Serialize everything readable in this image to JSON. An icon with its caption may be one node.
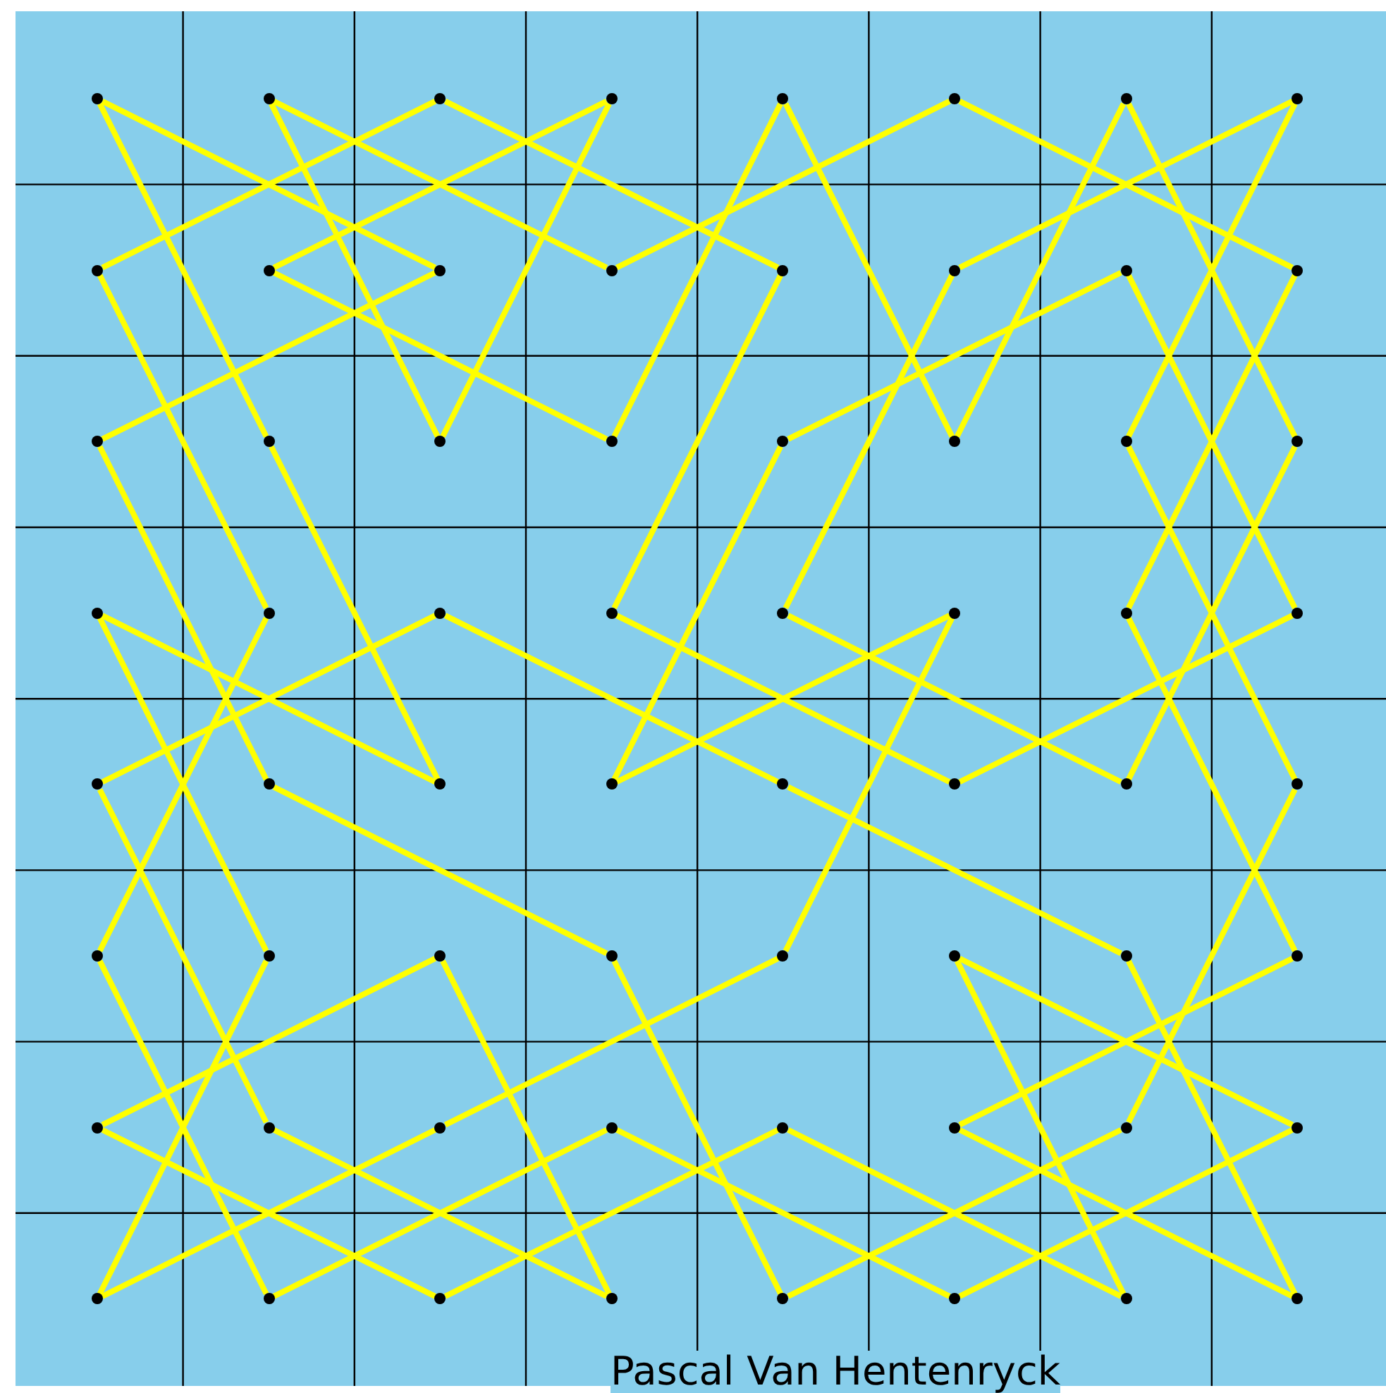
{
  "diagram": {
    "nodes": [
      {
        "text": [],
        "shape": "circle"
      },
      {
        "text": [],
        "shape": "circle"
      },
      {
        "text": [],
        "shape": "circle"
      },
      {
        "text": [],
        "shape": "circle"
      },
      {
        "text": [],
        "shape": "circle"
      },
      {
        "text": [],
        "shape": "circle"
      },
      {
        "text": [],
        "shape": "circle"
      },
      {
        "text": [],
        "shape": "circle"
      },
      {
        "text": [],
        "shape": "circle"
      },
      {
        "text": [],
        "shape": "circle"
      },
      {
        "text": [],
        "shape": "circle"
      },
      {
        "text": [],
        "shape": "circle"
      },
      {
        "text": [],
        "shape": "circle"
      },
      {
        "text": [],
        "shape": "circle"
      },
      {
        "text": [],
        "shape": "circle"
      },
      {
        "text": [],
        "shape": "circle"
      },
      {
        "text": [],
        "shape": "circle"
      },
      {
        "text": [],
        "shape": "circle"
      },
      {
        "text": [],
        "shape": "circle"
      },
      {
        "text": [],
        "shape": "circle"
      },
      {
        "text": [],
        "shape": "circle"
      },
      {
        "text": [],
        "shape": "circle"
      },
      {
        "text": [],
        "shape": "circle"
      },
      {
        "text": [],
        "shape": "circle"
      },
      {
        "text": [],
        "shape": "circle"
      },
      {
        "text": [],
        "shape": "circle"
      },
      {
        "text": [],
        "shape": "circle"
      },
      {
        "text": [],
        "shape": "circle"
      },
      {
        "text": [],
        "shape": "circle"
      },
      {
        "text": [],
        "shape": "circle"
      },
      {
        "text": [],
        "shape": "circle"
      },
      {
        "text": [],
        "shape": "circle"
      },
      {
        "text": [],
        "shape": "circle"
      },
      {
        "text": [],
        "shape": "circle"
      },
      {
        "text": [],
        "shape": "circle"
      },
      {
        "text": [],
        "shape": "circle"
      },
      {
        "text": [],
        "shape": "circle"
      },
      {
        "text": [],
        "shape": "circle"
      },
      {
        "text": [],
        "shape": "circle"
      },
      {
        "text": [],
        "shape": "circle"
      },
      {
        "text": [],
        "shape": "circle"
      },
      {
        "text": [],
        "shape": "circle"
      },
      {
        "text": [],
        "shape": "circle"
      },
      {
        "text": [],
        "shape": "circle"
      },
      {
        "text": [],
        "shape": "circle"
      },
      {
        "text": [],
        "shape": "circle"
      },
      {
        "text": [],
        "shape": "circle"
      },
      {
        "text": [],
        "shape": "circle"
      },
      {
        "text": [],
        "shape": "circle"
      },
      {
        "text": [],
        "shape": "circle"
      },
      {
        "text": [],
        "shape": "circle"
      },
      {
        "text": [],
        "shape": "circle"
      },
      {
        "text": [],
        "shape": "circle"
      },
      {
        "text": [],
        "shape": "circle"
      },
      {
        "text": [],
        "shape": "circle"
      },
      {
        "text": [],
        "shape": "circle"
      },
      {
        "text": [],
        "shape": "circle"
      },
      {
        "text": [],
        "shape": "circle"
      },
      {
        "text": [],
        "shape": "circle"
      },
      {
        "text": [],
        "shape": "circle"
      },
      {
        "text": [],
        "shape": "circle"
      },
      {
        "text": [],
        "shape": "circle"
      },
      {
        "text": [],
        "shape": "circle"
      },
      {
        "text": [],
        "shape": "circle"
      }
    ],
    "edges": [
      {
        "from": 0,
        "to": 10,
        "arrow": "none"
      },
      {
        "from": 10,
        "to": 16,
        "arrow": "none"
      },
      {
        "from": 16,
        "to": 33,
        "arrow": "none"
      },
      {
        "from": 33,
        "to": 43,
        "arrow": "none"
      },
      {
        "from": 43,
        "to": 60,
        "arrow": "none"
      },
      {
        "from": 60,
        "to": 54,
        "arrow": "none"
      },
      {
        "from": 54,
        "to": 39,
        "arrow": "none"
      },
      {
        "from": 39,
        "to": 22,
        "arrow": "none"
      },
      {
        "from": 22,
        "to": 7,
        "arrow": "none"
      },
      {
        "from": 7,
        "to": 13,
        "arrow": "none"
      },
      {
        "from": 13,
        "to": 28,
        "arrow": "none"
      },
      {
        "from": 28,
        "to": 38,
        "arrow": "none"
      },
      {
        "from": 38,
        "to": 23,
        "arrow": "none"
      },
      {
        "from": 23,
        "to": 6,
        "arrow": "none"
      },
      {
        "from": 6,
        "to": 21,
        "arrow": "none"
      },
      {
        "from": 21,
        "to": 4,
        "arrow": "none"
      },
      {
        "from": 4,
        "to": 19,
        "arrow": "none"
      },
      {
        "from": 19,
        "to": 9,
        "arrow": "none"
      },
      {
        "from": 9,
        "to": 3,
        "arrow": "none"
      },
      {
        "from": 3,
        "to": 18,
        "arrow": "none"
      },
      {
        "from": 18,
        "to": 1,
        "arrow": "none"
      },
      {
        "from": 1,
        "to": 11,
        "arrow": "none"
      },
      {
        "from": 11,
        "to": 5,
        "arrow": "none"
      },
      {
        "from": 5,
        "to": 15,
        "arrow": "none"
      },
      {
        "from": 15,
        "to": 30,
        "arrow": "none"
      },
      {
        "from": 30,
        "to": 47,
        "arrow": "none"
      },
      {
        "from": 47,
        "to": 53,
        "arrow": "none"
      },
      {
        "from": 53,
        "to": 63,
        "arrow": "none"
      },
      {
        "from": 63,
        "to": 46,
        "arrow": "none"
      },
      {
        "from": 46,
        "to": 36,
        "arrow": "none"
      },
      {
        "from": 36,
        "to": 26,
        "arrow": "none"
      },
      {
        "from": 26,
        "to": 32,
        "arrow": "none"
      },
      {
        "from": 32,
        "to": 49,
        "arrow": "none"
      },
      {
        "from": 49,
        "to": 59,
        "arrow": "none"
      },
      {
        "from": 59,
        "to": 42,
        "arrow": "none"
      },
      {
        "from": 42,
        "to": 48,
        "arrow": "none"
      },
      {
        "from": 48,
        "to": 58,
        "arrow": "none"
      },
      {
        "from": 58,
        "to": 52,
        "arrow": "none"
      },
      {
        "from": 52,
        "to": 62,
        "arrow": "none"
      },
      {
        "from": 62,
        "to": 45,
        "arrow": "none"
      },
      {
        "from": 45,
        "to": 55,
        "arrow": "none"
      },
      {
        "from": 55,
        "to": 61,
        "arrow": "none"
      },
      {
        "from": 61,
        "to": 51,
        "arrow": "none"
      },
      {
        "from": 51,
        "to": 57,
        "arrow": "none"
      },
      {
        "from": 57,
        "to": 40,
        "arrow": "none"
      },
      {
        "from": 40,
        "to": 25,
        "arrow": "none"
      },
      {
        "from": 25,
        "to": 8,
        "arrow": "none"
      },
      {
        "from": 8,
        "to": 2,
        "arrow": "none"
      },
      {
        "from": 2,
        "to": 12,
        "arrow": "none"
      },
      {
        "from": 12,
        "to": 27,
        "arrow": "none"
      },
      {
        "from": 27,
        "to": 37,
        "arrow": "none"
      },
      {
        "from": 37,
        "to": 31,
        "arrow": "none"
      },
      {
        "from": 31,
        "to": 14,
        "arrow": "none"
      },
      {
        "from": 14,
        "to": 20,
        "arrow": "none"
      },
      {
        "from": 20,
        "to": 35,
        "arrow": "none"
      },
      {
        "from": 35,
        "to": 29,
        "arrow": "none"
      },
      {
        "from": 29,
        "to": 44,
        "arrow": "none"
      },
      {
        "from": 44,
        "to": 50,
        "arrow": "none"
      },
      {
        "from": 50,
        "to": 56,
        "arrow": "none"
      },
      {
        "from": 56,
        "to": 41,
        "arrow": "none"
      },
      {
        "from": 41,
        "to": 24,
        "arrow": "none"
      },
      {
        "from": 24,
        "to": 34,
        "arrow": "none"
      },
      {
        "from": 34,
        "to": 17,
        "arrow": "none"
      },
      {
        "from": 17,
        "to": 0,
        "arrow": "none"
      }
    ],
    "labels": [
      "Pascal Van Hentenryck"
    ]
  }
}
